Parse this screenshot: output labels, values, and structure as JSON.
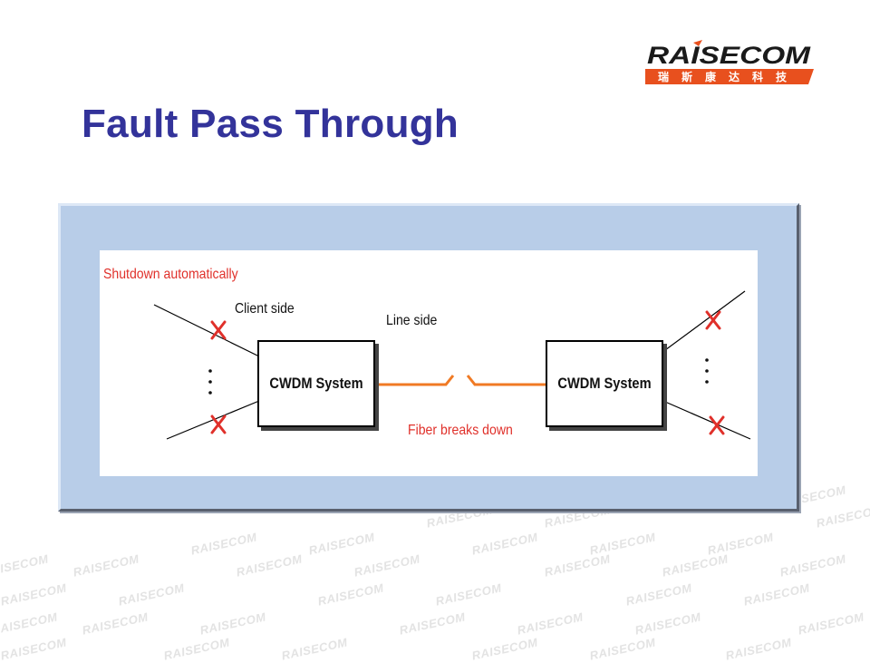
{
  "brand": {
    "logo_text": "RAISECOM",
    "logo_subtext": "瑞斯康达科技",
    "logo_primary_color": "#1a1a1a",
    "logo_accent_color": "#e8501e",
    "watermark_text": "RAISECOM"
  },
  "title": "Fault Pass Through",
  "diagram": {
    "annotation_shutdown": "Shutdown automatically",
    "label_client_side": "Client side",
    "label_line_side": "Line side",
    "label_fiber_break": "Fiber breaks down",
    "left_box_label": "CWDM System",
    "right_box_label": "CWDM System",
    "ellipsis": "⋮",
    "colors": {
      "fiber": "#f07a24",
      "fault_x": "#e0302a",
      "annotation": "#e0302a",
      "frame": "#b8cde8",
      "title": "#33339a"
    }
  }
}
